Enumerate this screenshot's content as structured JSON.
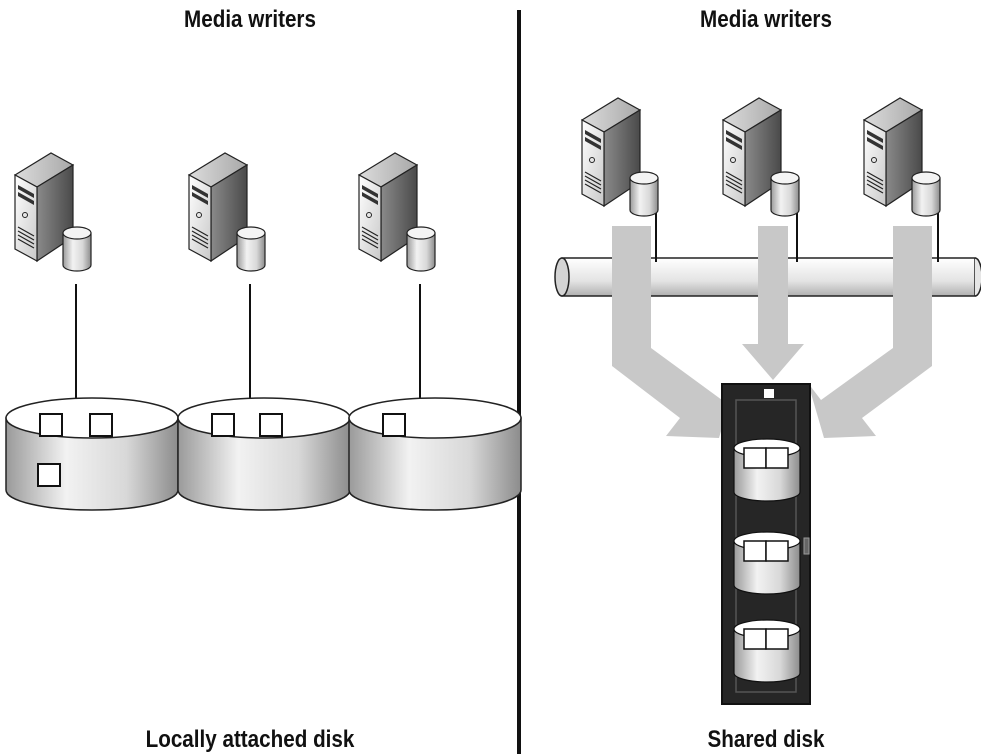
{
  "left_panel": {
    "title": "Media writers",
    "caption": "Locally attached disk",
    "servers": [
      {
        "icon": "server-icon"
      },
      {
        "icon": "server-icon"
      },
      {
        "icon": "server-icon"
      }
    ],
    "local_disks": [
      {
        "icon": "disk-cylinder-icon",
        "blocks_shown": 3
      },
      {
        "icon": "disk-cylinder-icon",
        "blocks_shown": 2
      },
      {
        "icon": "disk-cylinder-icon",
        "blocks_shown": 1
      }
    ]
  },
  "right_panel": {
    "title": "Media writers",
    "caption": "Shared disk",
    "servers": [
      {
        "icon": "server-icon"
      },
      {
        "icon": "server-icon"
      },
      {
        "icon": "server-icon"
      }
    ],
    "network": {
      "icon": "network-bus-pipe-icon"
    },
    "storage_rack": {
      "icon": "storage-rack-icon",
      "disk_count": 3
    }
  },
  "colors": {
    "line": "#111111",
    "arrow": "#c8c8c8",
    "rack": "#2b2b2b",
    "server_light": "#eeeeee",
    "server_dark": "#555555"
  }
}
